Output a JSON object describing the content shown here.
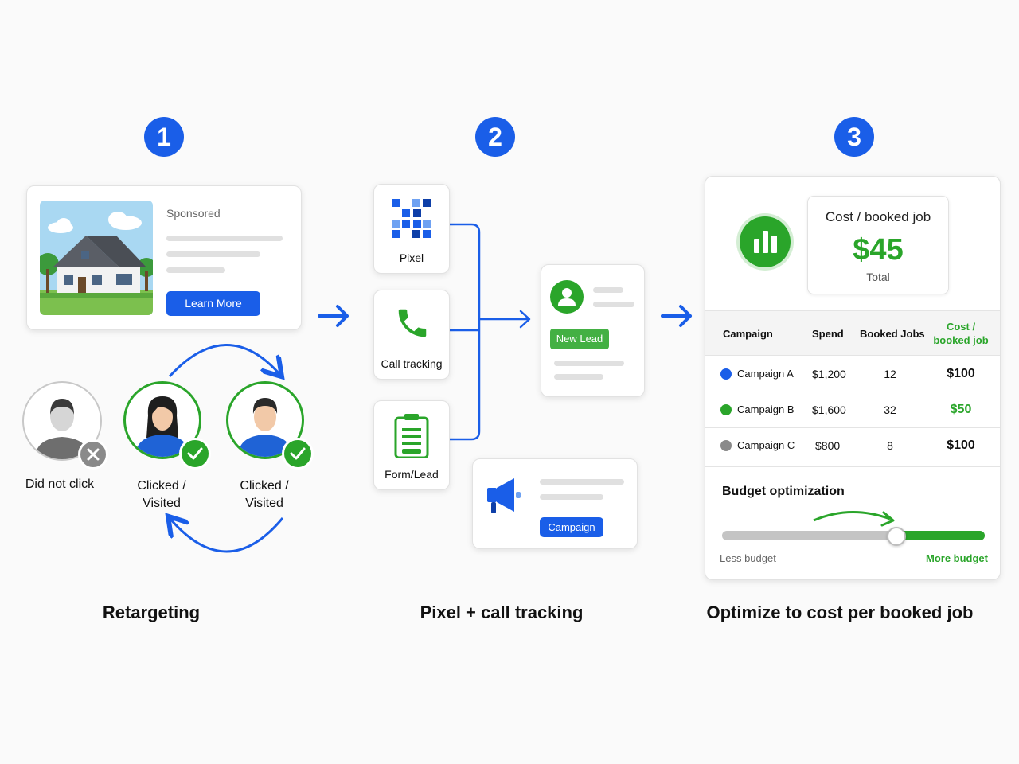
{
  "steps": [
    {
      "number": "1",
      "caption": "Retargeting"
    },
    {
      "number": "2",
      "caption": "Pixel + call tracking"
    },
    {
      "number": "3",
      "caption": "Optimize to cost per booked job"
    }
  ],
  "retargeting": {
    "ad": {
      "sponsored": "Sponsored",
      "cta": "Learn More"
    },
    "users": [
      {
        "label": "Did not click",
        "status": "x-icon"
      },
      {
        "label_line1": "Clicked /",
        "label_line2": "Visited",
        "status": "check-icon"
      },
      {
        "label_line1": "Clicked /",
        "label_line2": "Visited",
        "status": "check-icon"
      }
    ]
  },
  "tracking": {
    "sources": [
      {
        "label": "Pixel",
        "icon": "pixel-grid-icon"
      },
      {
        "label": "Call tracking",
        "icon": "phone-icon"
      },
      {
        "label": "Form/Lead",
        "icon": "clipboard-icon"
      }
    ],
    "lead_badge": "New Lead",
    "campaign_button": "Campaign"
  },
  "optimize": {
    "kpi": {
      "title": "Cost / booked job",
      "value": "$45",
      "subtitle": "Total"
    },
    "table": {
      "headers": {
        "campaign": "Campaign",
        "spend": "Spend",
        "jobs": "Booked Jobs",
        "cost_line1": "Cost /",
        "cost_line2": "booked job"
      },
      "rows": [
        {
          "name": "Campaign A",
          "spend": "$1,200",
          "jobs": "12",
          "cost": "$100",
          "color": "#1a5ee8"
        },
        {
          "name": "Campaign B",
          "spend": "$1,600",
          "jobs": "32",
          "cost": "$50",
          "color": "#2aa52a"
        },
        {
          "name": "Campaign C",
          "spend": "$800",
          "jobs": "8",
          "cost": "$100",
          "color": "#8a8a8a"
        }
      ]
    },
    "budget": {
      "title": "Budget optimization",
      "less": "Less budget",
      "more": "More budget",
      "level": 0.66
    }
  },
  "colors": {
    "blue": "#1a5ee8",
    "green": "#2aa52a",
    "gray": "#8a8a8a"
  }
}
